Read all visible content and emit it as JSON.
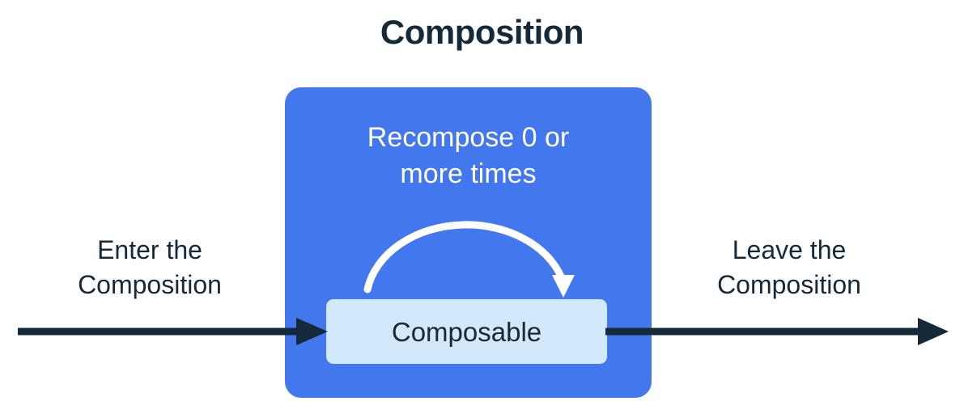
{
  "diagram": {
    "title": "Composition",
    "background_color": "#FFFFFF",
    "ink_color": "#142A3A",
    "panel": {
      "name": "Composition",
      "fill_color": "#4277EE",
      "caption": {
        "line1": "Recompose 0 or",
        "line2": "more times",
        "text_color": "#FFFFFF"
      },
      "loop_arrow": {
        "icon": "curved-loop-arrow-icon",
        "color": "#FFFFFF",
        "direction": "clockwise"
      },
      "node": {
        "label": "Composable",
        "fill_color": "#D2E8FB",
        "text_color": "#142A3A"
      }
    },
    "enter": {
      "caption_line1": "Enter the",
      "caption_line2": "Composition",
      "arrow_icon": "arrow-right-icon",
      "arrow_color": "#142A3A"
    },
    "leave": {
      "caption_line1": "Leave the",
      "caption_line2": "Composition",
      "arrow_icon": "arrow-right-icon",
      "arrow_color": "#142A3A"
    }
  }
}
